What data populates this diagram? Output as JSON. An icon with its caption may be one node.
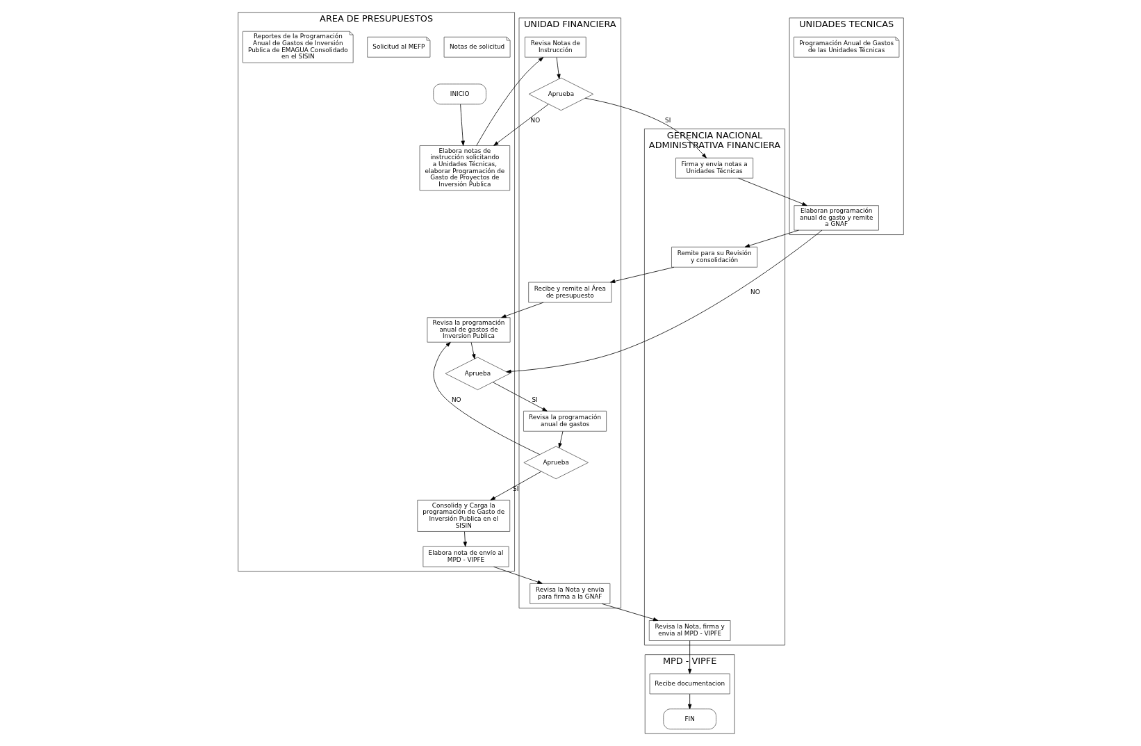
{
  "diagram": {
    "nodes": [
      {
        "text": [
          "GERENCIA NACIONAL ADMINISTRATIVA FINANCIERA"
        ]
      },
      {
        "text": [
          "UNIDAD FINANCIERA"
        ]
      },
      {
        "text": [
          "AREA DE PRESUPUESTOS"
        ]
      },
      {
        "text": [
          "UNIDADES TECNICAS"
        ]
      },
      {
        "text": [
          "MPD - VIPFE"
        ]
      },
      {
        "text": [
          "INICIO"
        ],
        "in": 2
      },
      {
        "text": [
          "Elabora notas de instrucción solicitando a Unidades Técnicas, elaborar Programación de Gasto de Proyectos de Inversión Publica"
        ],
        "in": 2
      },
      {
        "text": [
          "Notas de solicitud"
        ],
        "in": 2
      },
      {
        "text": [
          "Revisa Notas de Instrucción"
        ],
        "in": 1
      },
      {
        "text": [
          "Aprueba"
        ],
        "in": 1
      },
      {
        "text": [
          "Firma y envía notas a Unidades Técnicas"
        ],
        "in": 0
      },
      {
        "text": [
          "Elaboran programación anual de gasto y remite a GNAF"
        ],
        "in": 3
      },
      {
        "text": [
          "Programación Anual de Gastos de las Unidades Técnicas"
        ],
        "in": 3
      },
      {
        "text": [
          "Remite para su Revisión y consolidación"
        ],
        "in": 0
      },
      {
        "text": [
          "Recibe y remite al Área de presupuesto"
        ],
        "in": 1
      },
      {
        "text": [
          "Revisa la programación anual de gastos de Inversion Publica"
        ],
        "in": 2
      },
      {
        "text": [
          "Aprueba"
        ],
        "in": 2
      },
      {
        "text": [
          "Revisa la programación anual de gastos"
        ],
        "in": 1
      },
      {
        "text": [
          "Aprueba"
        ],
        "in": 1
      },
      {
        "text": [
          "Consolida y Carga la programación de Gasto de Inversión Publica en el SISIN"
        ],
        "in": 2
      },
      {
        "text": [
          "Solicitud al MEFP"
        ],
        "in": 2
      },
      {
        "text": [
          "Reportes de la Programación Anual de Gastos de Inversión Publica de EMAGUA Consolidado en el SISIN"
        ],
        "in": 2
      },
      {
        "text": [
          "Revisa la Nota, firma y envia al MPD - VIPFE"
        ],
        "in": 0
      },
      {
        "text": [
          "Revisa la Nota y envía para firma a la GNAF"
        ],
        "in": 1
      },
      {
        "text": [
          "Elabora nota de envío al MPD - VIPFE"
        ],
        "in": 2
      },
      {
        "text": [
          "Recibe documentacion"
        ],
        "in": 4
      },
      {
        "text": [
          "FIN"
        ],
        "in": 4
      }
    ],
    "edges": [
      {
        "from": 5,
        "to": 6,
        "arrow": "to"
      },
      {
        "from": 6,
        "to": 8,
        "arrow": "to"
      },
      {
        "from": 8,
        "to": 9,
        "arrow": "to"
      },
      {
        "from": 9,
        "to": 10,
        "arrow": "to",
        "label": "SI"
      },
      {
        "from": 9,
        "to": 6,
        "arrow": "to",
        "label": "NO"
      },
      {
        "from": 10,
        "to": 11,
        "arrow": "to"
      },
      {
        "from": 11,
        "to": 13,
        "arrow": "to"
      },
      {
        "from": 13,
        "to": 14,
        "arrow": "to"
      },
      {
        "from": 14,
        "to": 15,
        "arrow": "to"
      },
      {
        "from": 15,
        "to": 16,
        "arrow": "to"
      },
      {
        "from": 16,
        "to": 17,
        "arrow": "to",
        "label": "SI"
      },
      {
        "from": 11,
        "to": 16,
        "arrow": "to",
        "label": "NO"
      },
      {
        "from": 17,
        "to": 18,
        "arrow": "to"
      },
      {
        "from": 18,
        "to": 19,
        "arrow": "to",
        "label": "SI"
      },
      {
        "from": 18,
        "to": 15,
        "arrow": "to",
        "label": "NO"
      },
      {
        "from": 19,
        "to": 24,
        "arrow": "to"
      },
      {
        "from": 24,
        "to": 23,
        "arrow": "to"
      },
      {
        "from": 23,
        "to": 22,
        "arrow": "to"
      },
      {
        "from": 22,
        "to": 25,
        "arrow": "to"
      },
      {
        "from": 25,
        "to": 26,
        "arrow": "to"
      }
    ]
  }
}
